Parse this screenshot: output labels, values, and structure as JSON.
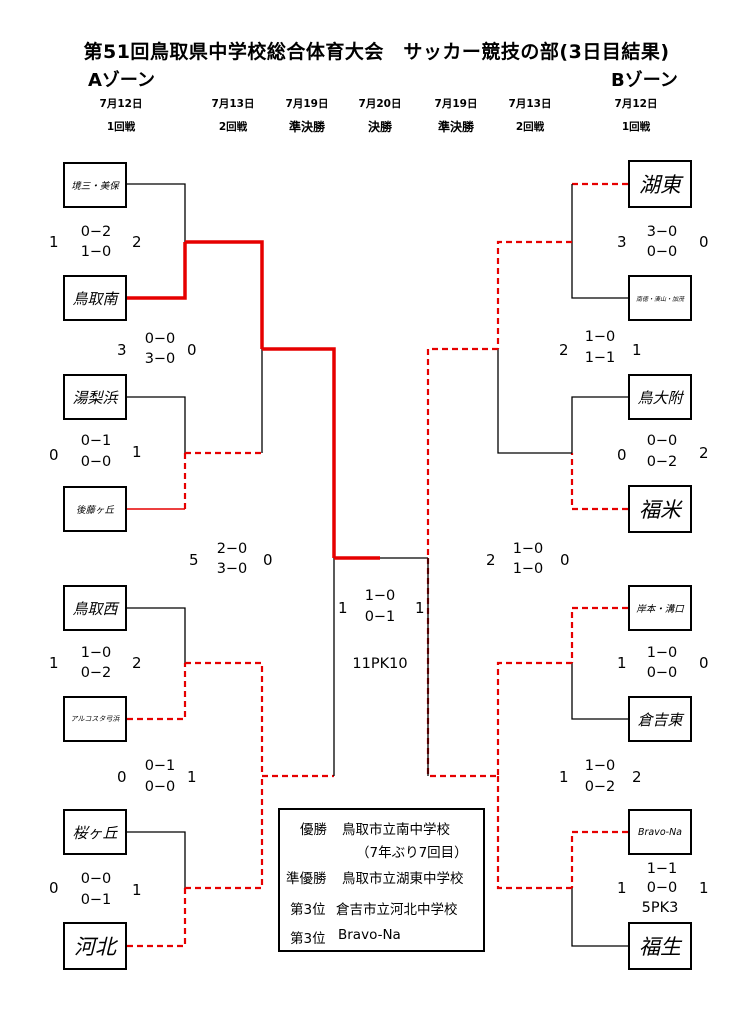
{
  "title": "第51回鳥取県中学校総合体育大会　サッカー競技の部(3日目結果)",
  "zone_a": "Aゾーン",
  "zone_b": "Bゾーン",
  "headers": {
    "dates": [
      "7月12日",
      "7月13日",
      "7月19日",
      "7月20日",
      "7月19日",
      "7月13日",
      "7月12日"
    ],
    "rounds": [
      "1回戦",
      "2回戦",
      "準決勝",
      "決勝",
      "準決勝",
      "2回戦",
      "1回戦"
    ]
  },
  "teams_a": [
    "境三・美保",
    "鳥取南",
    "湯梨浜",
    "後藤ヶ丘",
    "鳥取西",
    "アルコスタ弓浜",
    "桜ヶ丘",
    "河北"
  ],
  "teams_b": [
    "湖東",
    "南徳・湊山・加茂",
    "鳥大附",
    "福米",
    "岸本・溝口",
    "倉吉東",
    "Bravo-Na",
    "福生"
  ],
  "scores": {
    "a_r1_1": {
      "left": "1",
      "h1": "0−2",
      "h2": "1−0",
      "right": "2"
    },
    "a_r1_2": {
      "left": "0",
      "h1": "0−1",
      "h2": "0−0",
      "right": "1"
    },
    "a_r1_3": {
      "left": "1",
      "h1": "1−0",
      "h2": "0−2",
      "right": "2"
    },
    "a_r1_4": {
      "left": "0",
      "h1": "0−0",
      "h2": "0−1",
      "right": "1"
    },
    "a_r2_1": {
      "left": "3",
      "h1": "0−0",
      "h2": "3−0",
      "right": "0"
    },
    "a_r2_2": {
      "left": "0",
      "h1": "0−1",
      "h2": "0−0",
      "right": "1"
    },
    "a_sf": {
      "left": "5",
      "h1": "2−0",
      "h2": "3−0",
      "right": "0"
    },
    "final": {
      "left": "1",
      "h1": "1−0",
      "h2": "0−1",
      "right": "1",
      "pk": "11PK10"
    },
    "b_r1_1": {
      "left": "3",
      "h1": "3−0",
      "h2": "0−0",
      "right": "0"
    },
    "b_r1_2": {
      "left": "0",
      "h1": "0−0",
      "h2": "0−2",
      "right": "2"
    },
    "b_r1_3": {
      "left": "1",
      "h1": "1−0",
      "h2": "0−0",
      "right": "0"
    },
    "b_r1_4": {
      "left": "1",
      "h1": "1−1",
      "h2": "0−0",
      "right": "1",
      "pk": "5PK3"
    },
    "b_r2_1": {
      "left": "2",
      "h1": "1−0",
      "h2": "1−1",
      "right": "1"
    },
    "b_r2_2": {
      "left": "1",
      "h1": "1−0",
      "h2": "0−2",
      "right": "2"
    },
    "b_sf": {
      "left": "2",
      "h1": "1−0",
      "h2": "1−0",
      "right": "0"
    }
  },
  "results": [
    {
      "label": "優勝",
      "value": "鳥取市立南中学校"
    },
    {
      "label": "",
      "value": "（7年ぶり7回目）"
    },
    {
      "label": "準優勝",
      "value": "鳥取市立湖東中学校"
    },
    {
      "label": "第3位",
      "value": "倉吉市立河北中学校"
    },
    {
      "label": "第3位",
      "value": "Bravo-Na"
    }
  ],
  "colors": {
    "winner_line": "#e60000",
    "normal_line": "#000000",
    "dashed_line": "#e60000"
  }
}
